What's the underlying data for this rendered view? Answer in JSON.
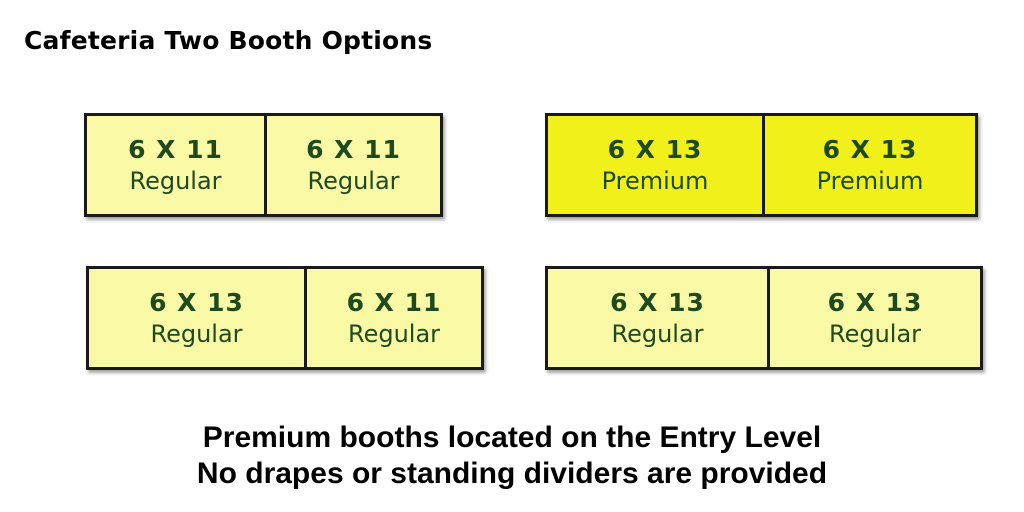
{
  "title": "Cafeteria Two Booth Options",
  "colors": {
    "regular": "#f9f9a6",
    "premium": "#f2f01a",
    "text": "#1e4a1e"
  },
  "pairs": [
    {
      "booths": [
        {
          "size": "6 X 11",
          "type": "Regular"
        },
        {
          "size": "6 X 11",
          "type": "Regular"
        }
      ]
    },
    {
      "booths": [
        {
          "size": "6 X 13",
          "type": "Premium"
        },
        {
          "size": "6 X 13",
          "type": "Premium"
        }
      ]
    },
    {
      "booths": [
        {
          "size": "6 X 13",
          "type": "Regular"
        },
        {
          "size": "6 X 11",
          "type": "Regular"
        }
      ]
    },
    {
      "booths": [
        {
          "size": "6 X 13",
          "type": "Regular"
        },
        {
          "size": "6 X 13",
          "type": "Regular"
        }
      ]
    }
  ],
  "footer": {
    "line1": "Premium booths located on the Entry Level",
    "line2": "No drapes or standing dividers are provided"
  }
}
